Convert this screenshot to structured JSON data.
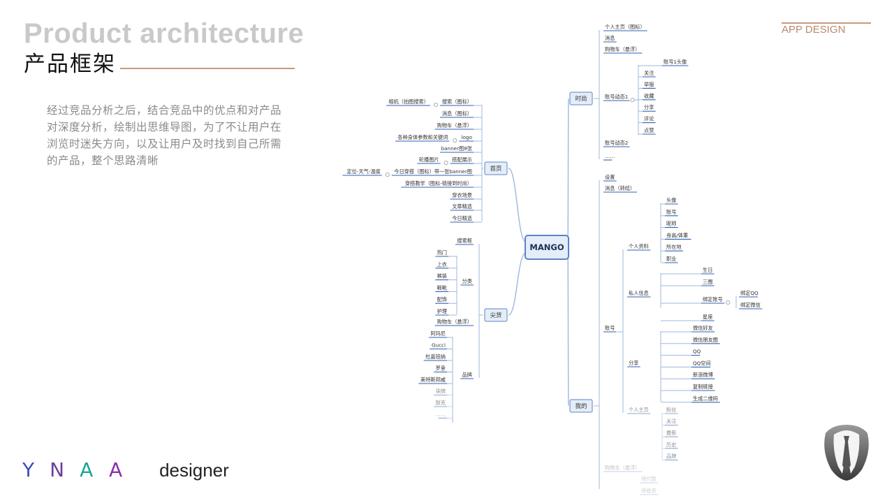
{
  "header": {
    "title_en": "Product architecture",
    "title_cn": "产品框架",
    "tag": "APP DESIGN"
  },
  "description": {
    "lines": [
      "经过竞品分析之后，结合竞品中的优点和对产品",
      "对深度分析，绘制出思维导图，为了不让用户在",
      "浏览时迷失方向，以及让用户及时找到自己所需",
      "的产品，整个思路清晰"
    ]
  },
  "footer": {
    "logo_letters": [
      "Y",
      "N",
      "A",
      "A"
    ],
    "designer": "designer"
  },
  "colors": {
    "accent": "#c59a7f",
    "node_border": "#5b84c4",
    "node_fill": "#e4edf8",
    "branch_line": "#9db8dd",
    "underline": "#2f62b5"
  },
  "mindmap": {
    "root": "MANGO",
    "branches": [
      {
        "label": "首页",
        "children": [
          {
            "label": "搜索（图标）",
            "sub": [
              "相机（拍图搜索）"
            ]
          },
          {
            "label": "消息（图标）"
          },
          {
            "label": "购物车（悬浮）"
          },
          {
            "label": "logo",
            "sub": [
              "各种身体参数和关键词"
            ]
          },
          {
            "label": "banner图8张"
          },
          {
            "label": "搭配展示",
            "sub": [
              "轮播图片"
            ]
          },
          {
            "label": "今日穿搭（图标）带一张banner图",
            "sub": [
              "定位-天气-温度"
            ]
          },
          {
            "label": "穿搭教学（图标-链接到时尚）"
          },
          {
            "label": "穿衣场景"
          },
          {
            "label": "文章精选"
          },
          {
            "label": "今日精选"
          }
        ]
      },
      {
        "label": "尖货",
        "children": [
          {
            "label": "搜索框"
          },
          {
            "label": "分类",
            "sub": [
              "热门",
              "上衣",
              "裤装",
              "鞋靴",
              "配饰",
              "护理"
            ]
          },
          {
            "label": "购物车（悬浮）"
          },
          {
            "label": "品牌",
            "sub": [
              "阿玛尼",
              "Gucci",
              "杜嘉班纳",
              "罗意",
              "美特斯邦威",
              "柒牌",
              "耐克",
              "……"
            ]
          }
        ]
      },
      {
        "label": "时尚",
        "children": [
          {
            "label": "个人主页（图标）"
          },
          {
            "label": "消息"
          },
          {
            "label": "购物车（悬浮）"
          },
          {
            "label": "账号动态1",
            "sub": [
              "账号1头像",
              "关注",
              "举报",
              "收藏",
              "分享",
              "评论",
              "点赞"
            ]
          },
          {
            "label": "账号动态2"
          },
          {
            "label": "……"
          }
        ]
      },
      {
        "label": "我的",
        "children": [
          {
            "label": "设置"
          },
          {
            "label": "消息（转结）"
          },
          {
            "label": "账号",
            "sub": [
              {
                "label": "个人资料",
                "sub": [
                  "头像",
                  "账号",
                  "昵称",
                  "身高/体重",
                  "所在地",
                  "职业"
                ]
              },
              {
                "label": "私人信息",
                "sub": [
                  "生日",
                  "三围",
                  {
                    "label": "绑定账号",
                    "sub": [
                      "绑定QQ",
                      "绑定微信"
                    ]
                  },
                  "星座"
                ]
              },
              {
                "label": "分享",
                "sub": [
                  "微信好友",
                  "微信朋友圈",
                  "QQ",
                  "QQ空间",
                  "新浪微博",
                  "复制链接",
                  "生成二维码"
                ]
              },
              {
                "label": "个人主页",
                "sub": [
                  "粉丝",
                  "关注",
                  "最新",
                  "历史",
                  "品牌"
                ]
              }
            ]
          },
          {
            "label": "购物车（悬浮）",
            "sub": [
              "待付款",
              "待收货"
            ]
          }
        ]
      }
    ]
  }
}
